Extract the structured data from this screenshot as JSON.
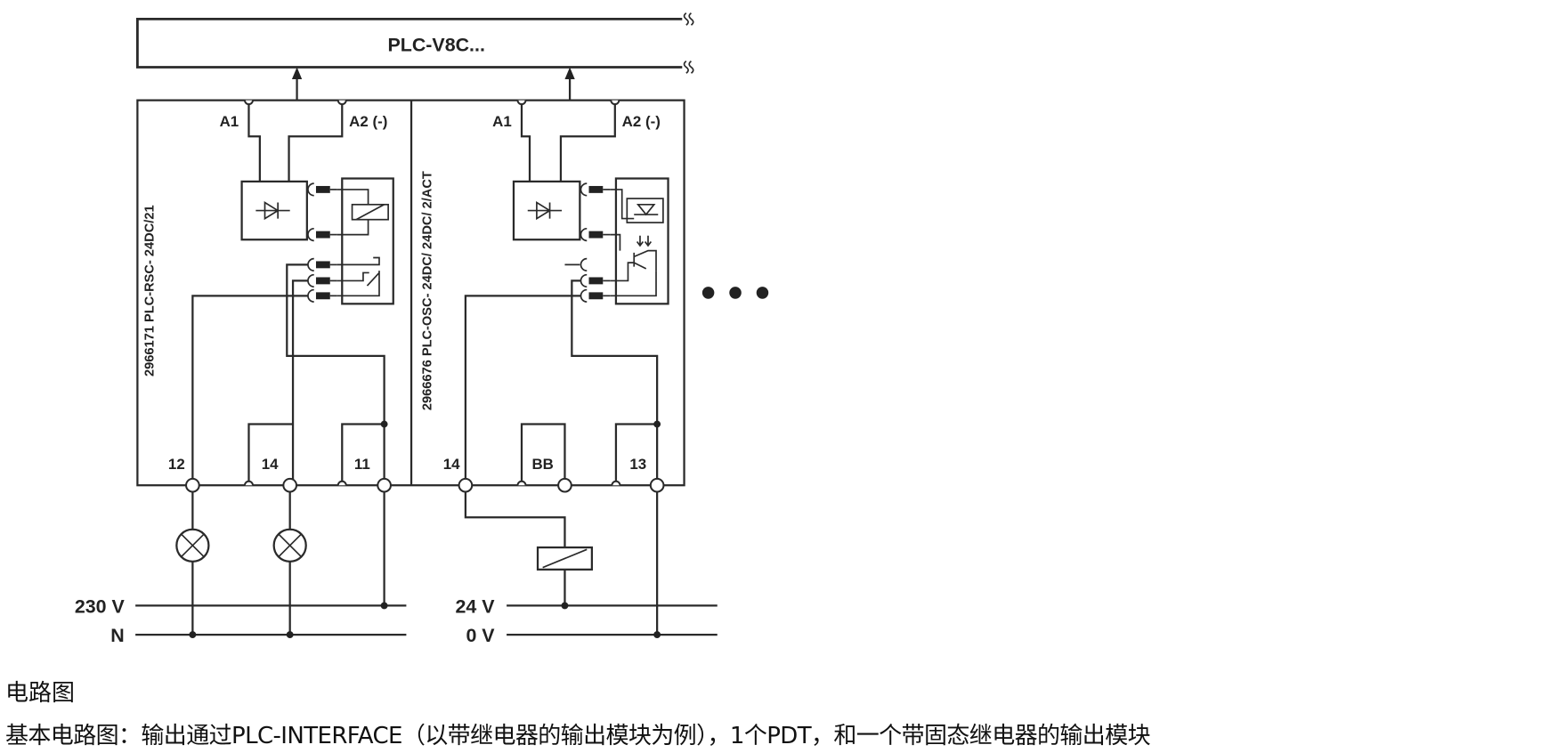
{
  "diagram": {
    "bus_label": "PLC-V8C...",
    "module_left": {
      "part_label": "2966171 PLC-RSC- 24DC/21",
      "a1": "A1",
      "a2": "A2 (-)",
      "terminals": [
        "12",
        "14",
        "11"
      ]
    },
    "module_right": {
      "part_label": "2966676 PLC-OSC- 24DC/ 24DC/ 2/ACT",
      "a1": "A1",
      "a2": "A2 (-)",
      "terminals": [
        "14",
        "BB",
        "13"
      ]
    },
    "supply_left": {
      "line": "230 V",
      "neutral": "N"
    },
    "supply_right": {
      "line": "24 V",
      "neutral": "0 V"
    }
  },
  "caption": {
    "title": "电路图",
    "description": "基本电路图：输出通过PLC-INTERFACE（以带继电器的输出模块为例），1个PDT，和一个带固态继电器的输出模块"
  }
}
